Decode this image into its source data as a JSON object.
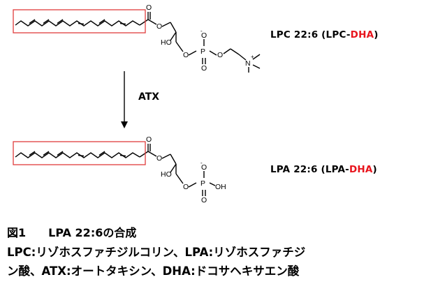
{
  "molecule_top": {
    "label_prefix": "LPC 22:6 (LPC-",
    "label_highlight": "DHA",
    "label_suffix": ")"
  },
  "reaction": {
    "enzyme": "ATX"
  },
  "molecule_bottom": {
    "label_prefix": "LPA 22:6 (LPA-",
    "label_highlight": "DHA",
    "label_suffix": ")"
  },
  "atoms": {
    "O": "O",
    "HO": "HO",
    "P": "P",
    "OH": "OH",
    "N": "N",
    "plus": "+",
    "minus": "-"
  },
  "caption": {
    "title_number": "図1",
    "title_text": "LPA 22:6の合成",
    "line1": "LPC:リゾホスファチジルコリン、LPA:リゾホスファチジ",
    "line2": "ン酸、ATX:オートタキシン、DHA:ドコサヘキサエン酸"
  },
  "colors": {
    "highlight_red": "#e8141c",
    "box_red": "#e03c3c",
    "ink": "#000000"
  }
}
